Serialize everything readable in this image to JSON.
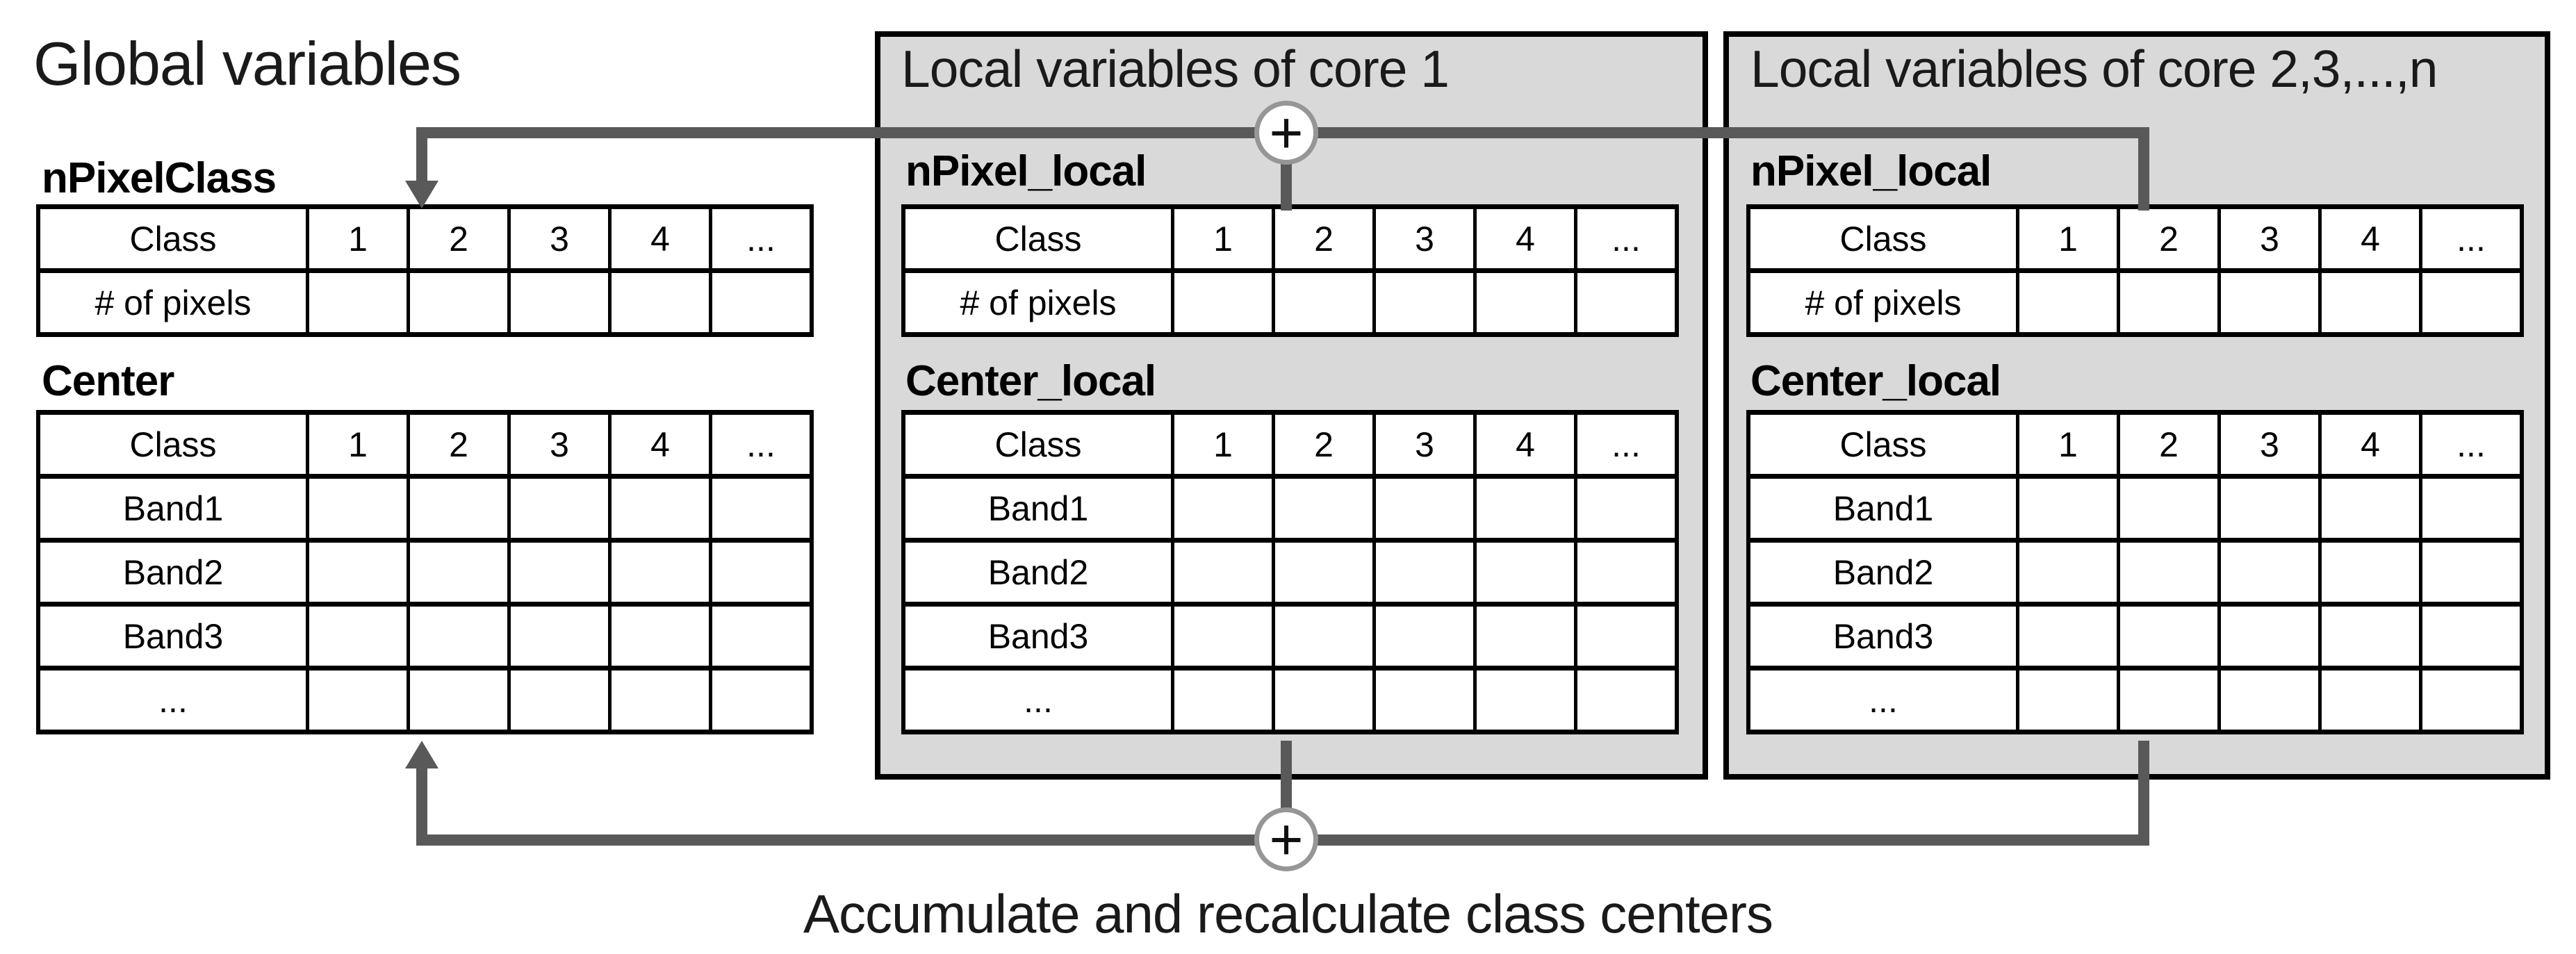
{
  "title": "Global variables",
  "caption": "Accumulate and recalculate class centers",
  "groups": {
    "global": {
      "npixel_label": "nPixelClass",
      "center_label": "Center"
    },
    "core1": {
      "header": "Local variables of core 1",
      "npixel_label": "nPixel_local",
      "center_label": "Center_local"
    },
    "coren": {
      "header": "Local variables of core 2,3,...,n",
      "npixel_label": "nPixel_local",
      "center_label": "Center_local"
    }
  },
  "tables": {
    "npixel": {
      "rows": [
        [
          "Class",
          "1",
          "2",
          "3",
          "4",
          "..."
        ],
        [
          "# of pixels",
          "",
          "",
          "",
          "",
          ""
        ]
      ]
    },
    "center": {
      "rows": [
        [
          "Class",
          "1",
          "2",
          "3",
          "4",
          "..."
        ],
        [
          "Band1",
          "",
          "",
          "",
          "",
          ""
        ],
        [
          "Band2",
          "",
          "",
          "",
          "",
          ""
        ],
        [
          "Band3",
          "",
          "",
          "",
          "",
          ""
        ],
        [
          "...",
          "",
          "",
          "",
          "",
          ""
        ]
      ]
    }
  },
  "icons": {
    "plus_merge": "+"
  },
  "colors": {
    "box_fill": "#d9d9d9",
    "box_border": "#000000",
    "connector": "#595959",
    "circle_ring": "#969696",
    "text": "#1a1a1a"
  }
}
